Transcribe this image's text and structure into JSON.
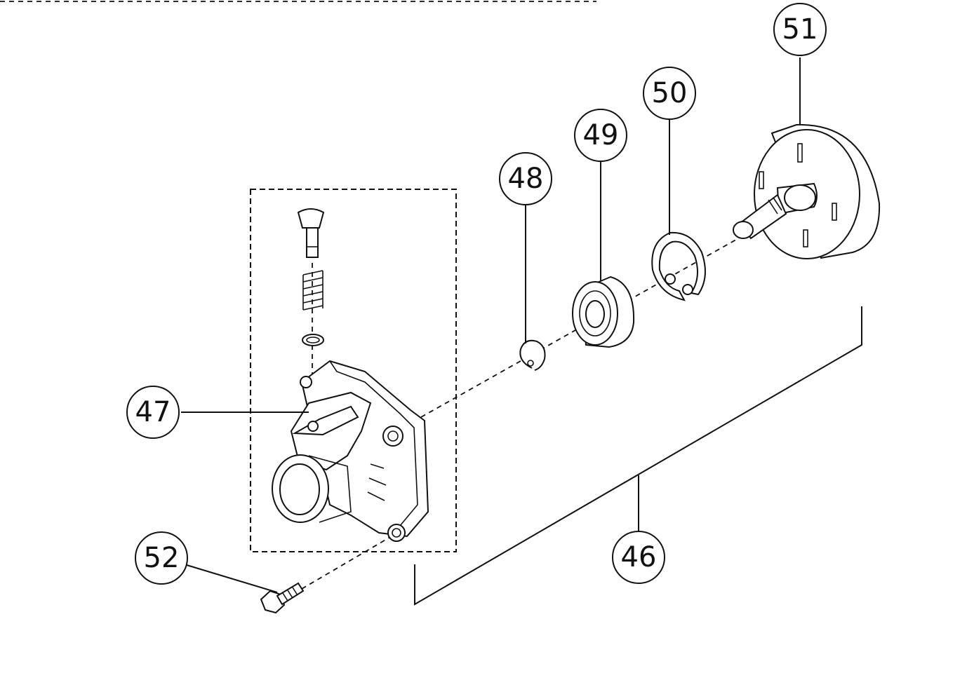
{
  "callouts": {
    "c46": "46",
    "c47": "47",
    "c48": "48",
    "c49": "49",
    "c50": "50",
    "c51": "51",
    "c52": "52"
  }
}
